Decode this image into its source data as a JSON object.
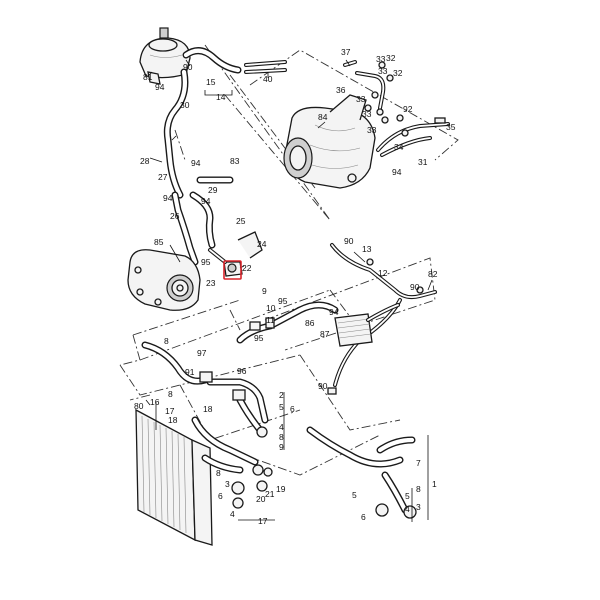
{
  "diagram": {
    "highlight_color": "#d8232a",
    "line_color": "#1a1a1a",
    "highlighted_callout": "22",
    "callouts": [
      {
        "id": "c81",
        "text": "81"
      },
      {
        "id": "c90a",
        "text": "90"
      },
      {
        "id": "c40",
        "text": "40"
      },
      {
        "id": "c37",
        "text": "37"
      },
      {
        "id": "c33a",
        "text": "33"
      },
      {
        "id": "c32a",
        "text": "32"
      },
      {
        "id": "c33b",
        "text": "33"
      },
      {
        "id": "c32b",
        "text": "32"
      },
      {
        "id": "c36",
        "text": "36"
      },
      {
        "id": "c33c",
        "text": "33"
      },
      {
        "id": "c94a",
        "text": "94"
      },
      {
        "id": "c15",
        "text": "15"
      },
      {
        "id": "c14",
        "text": "14"
      },
      {
        "id": "c30",
        "text": "30"
      },
      {
        "id": "c84",
        "text": "84"
      },
      {
        "id": "c33d",
        "text": "33"
      },
      {
        "id": "c92",
        "text": "92"
      },
      {
        "id": "c35",
        "text": "35"
      },
      {
        "id": "c33e",
        "text": "33"
      },
      {
        "id": "c34",
        "text": "34"
      },
      {
        "id": "c31",
        "text": "31"
      },
      {
        "id": "c94b",
        "text": "94"
      },
      {
        "id": "c28",
        "text": "28"
      },
      {
        "id": "c94c",
        "text": "94"
      },
      {
        "id": "c83",
        "text": "83"
      },
      {
        "id": "c27",
        "text": "27"
      },
      {
        "id": "c29",
        "text": "29"
      },
      {
        "id": "c94d",
        "text": "94"
      },
      {
        "id": "c94e",
        "text": "94"
      },
      {
        "id": "c26",
        "text": "26"
      },
      {
        "id": "c25",
        "text": "25"
      },
      {
        "id": "c24",
        "text": "24"
      },
      {
        "id": "c90b",
        "text": "90"
      },
      {
        "id": "c13",
        "text": "13"
      },
      {
        "id": "c85",
        "text": "85"
      },
      {
        "id": "c95a",
        "text": "95"
      },
      {
        "id": "c22",
        "text": "22"
      },
      {
        "id": "c23",
        "text": "23"
      },
      {
        "id": "c12",
        "text": "12"
      },
      {
        "id": "c82",
        "text": "82"
      },
      {
        "id": "c90c",
        "text": "90"
      },
      {
        "id": "c9",
        "text": "9"
      },
      {
        "id": "c95b",
        "text": "95"
      },
      {
        "id": "c10",
        "text": "10"
      },
      {
        "id": "c11",
        "text": "11"
      },
      {
        "id": "c94f",
        "text": "94"
      },
      {
        "id": "c86",
        "text": "86"
      },
      {
        "id": "c87",
        "text": "87"
      },
      {
        "id": "c95c",
        "text": "95"
      },
      {
        "id": "c8a",
        "text": "8"
      },
      {
        "id": "c97",
        "text": "97"
      },
      {
        "id": "c96",
        "text": "96"
      },
      {
        "id": "c91",
        "text": "91"
      },
      {
        "id": "c90d",
        "text": "90"
      },
      {
        "id": "c80",
        "text": "80"
      },
      {
        "id": "c16",
        "text": "16"
      },
      {
        "id": "c8b",
        "text": "8"
      },
      {
        "id": "c17a",
        "text": "17"
      },
      {
        "id": "c18a",
        "text": "18"
      },
      {
        "id": "c18b",
        "text": "18"
      },
      {
        "id": "c2a",
        "text": "2"
      },
      {
        "id": "c5a",
        "text": "5"
      },
      {
        "id": "c6a",
        "text": "6"
      },
      {
        "id": "c4a",
        "text": "4"
      },
      {
        "id": "c8c",
        "text": "8"
      },
      {
        "id": "c9b",
        "text": "9"
      },
      {
        "id": "c8d",
        "text": "8"
      },
      {
        "id": "c6b",
        "text": "6"
      },
      {
        "id": "c19",
        "text": "19"
      },
      {
        "id": "c20",
        "text": "20"
      },
      {
        "id": "c21",
        "text": "21"
      },
      {
        "id": "c4b",
        "text": "4"
      },
      {
        "id": "c3a",
        "text": "3"
      },
      {
        "id": "c17b",
        "text": "17"
      },
      {
        "id": "c7",
        "text": "7"
      },
      {
        "id": "c5b",
        "text": "5"
      },
      {
        "id": "c6c",
        "text": "6"
      },
      {
        "id": "c8e",
        "text": "8"
      },
      {
        "id": "c5c",
        "text": "5"
      },
      {
        "id": "c4c",
        "text": "4"
      },
      {
        "id": "c3b",
        "text": "3"
      },
      {
        "id": "c1",
        "text": "1"
      }
    ]
  }
}
